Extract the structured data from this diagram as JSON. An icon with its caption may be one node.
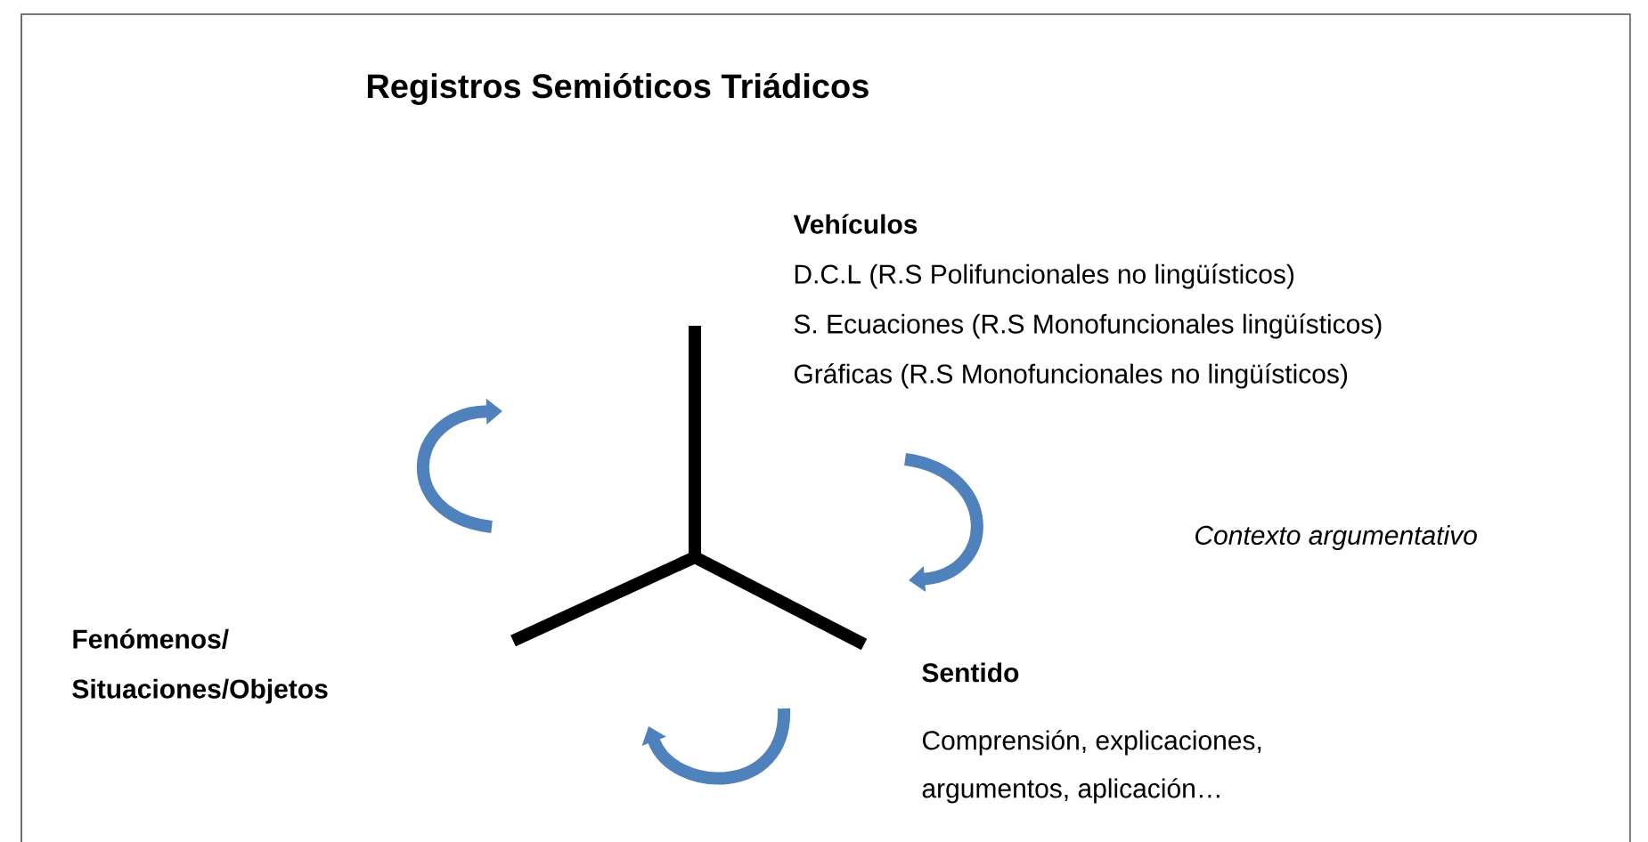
{
  "diagram": {
    "title": "Registros Semióticos Triádicos",
    "nodes": [
      {
        "text": [
          "Vehículos",
          "D.C.L (R.S Polifuncionales no lingüísticos)",
          "S. Ecuaciones (R.S Monofuncionales lingüísticos)",
          "Gráficas (R.S Monofuncionales no lingüísticos)"
        ]
      },
      {
        "text": [
          "Fenómenos/ Situaciones/Objetos"
        ]
      },
      {
        "text": [
          "Sentido",
          "Comprensión, explicaciones, argumentos, aplicación…"
        ]
      }
    ],
    "labels": [
      "Contexto argumentativo"
    ]
  }
}
